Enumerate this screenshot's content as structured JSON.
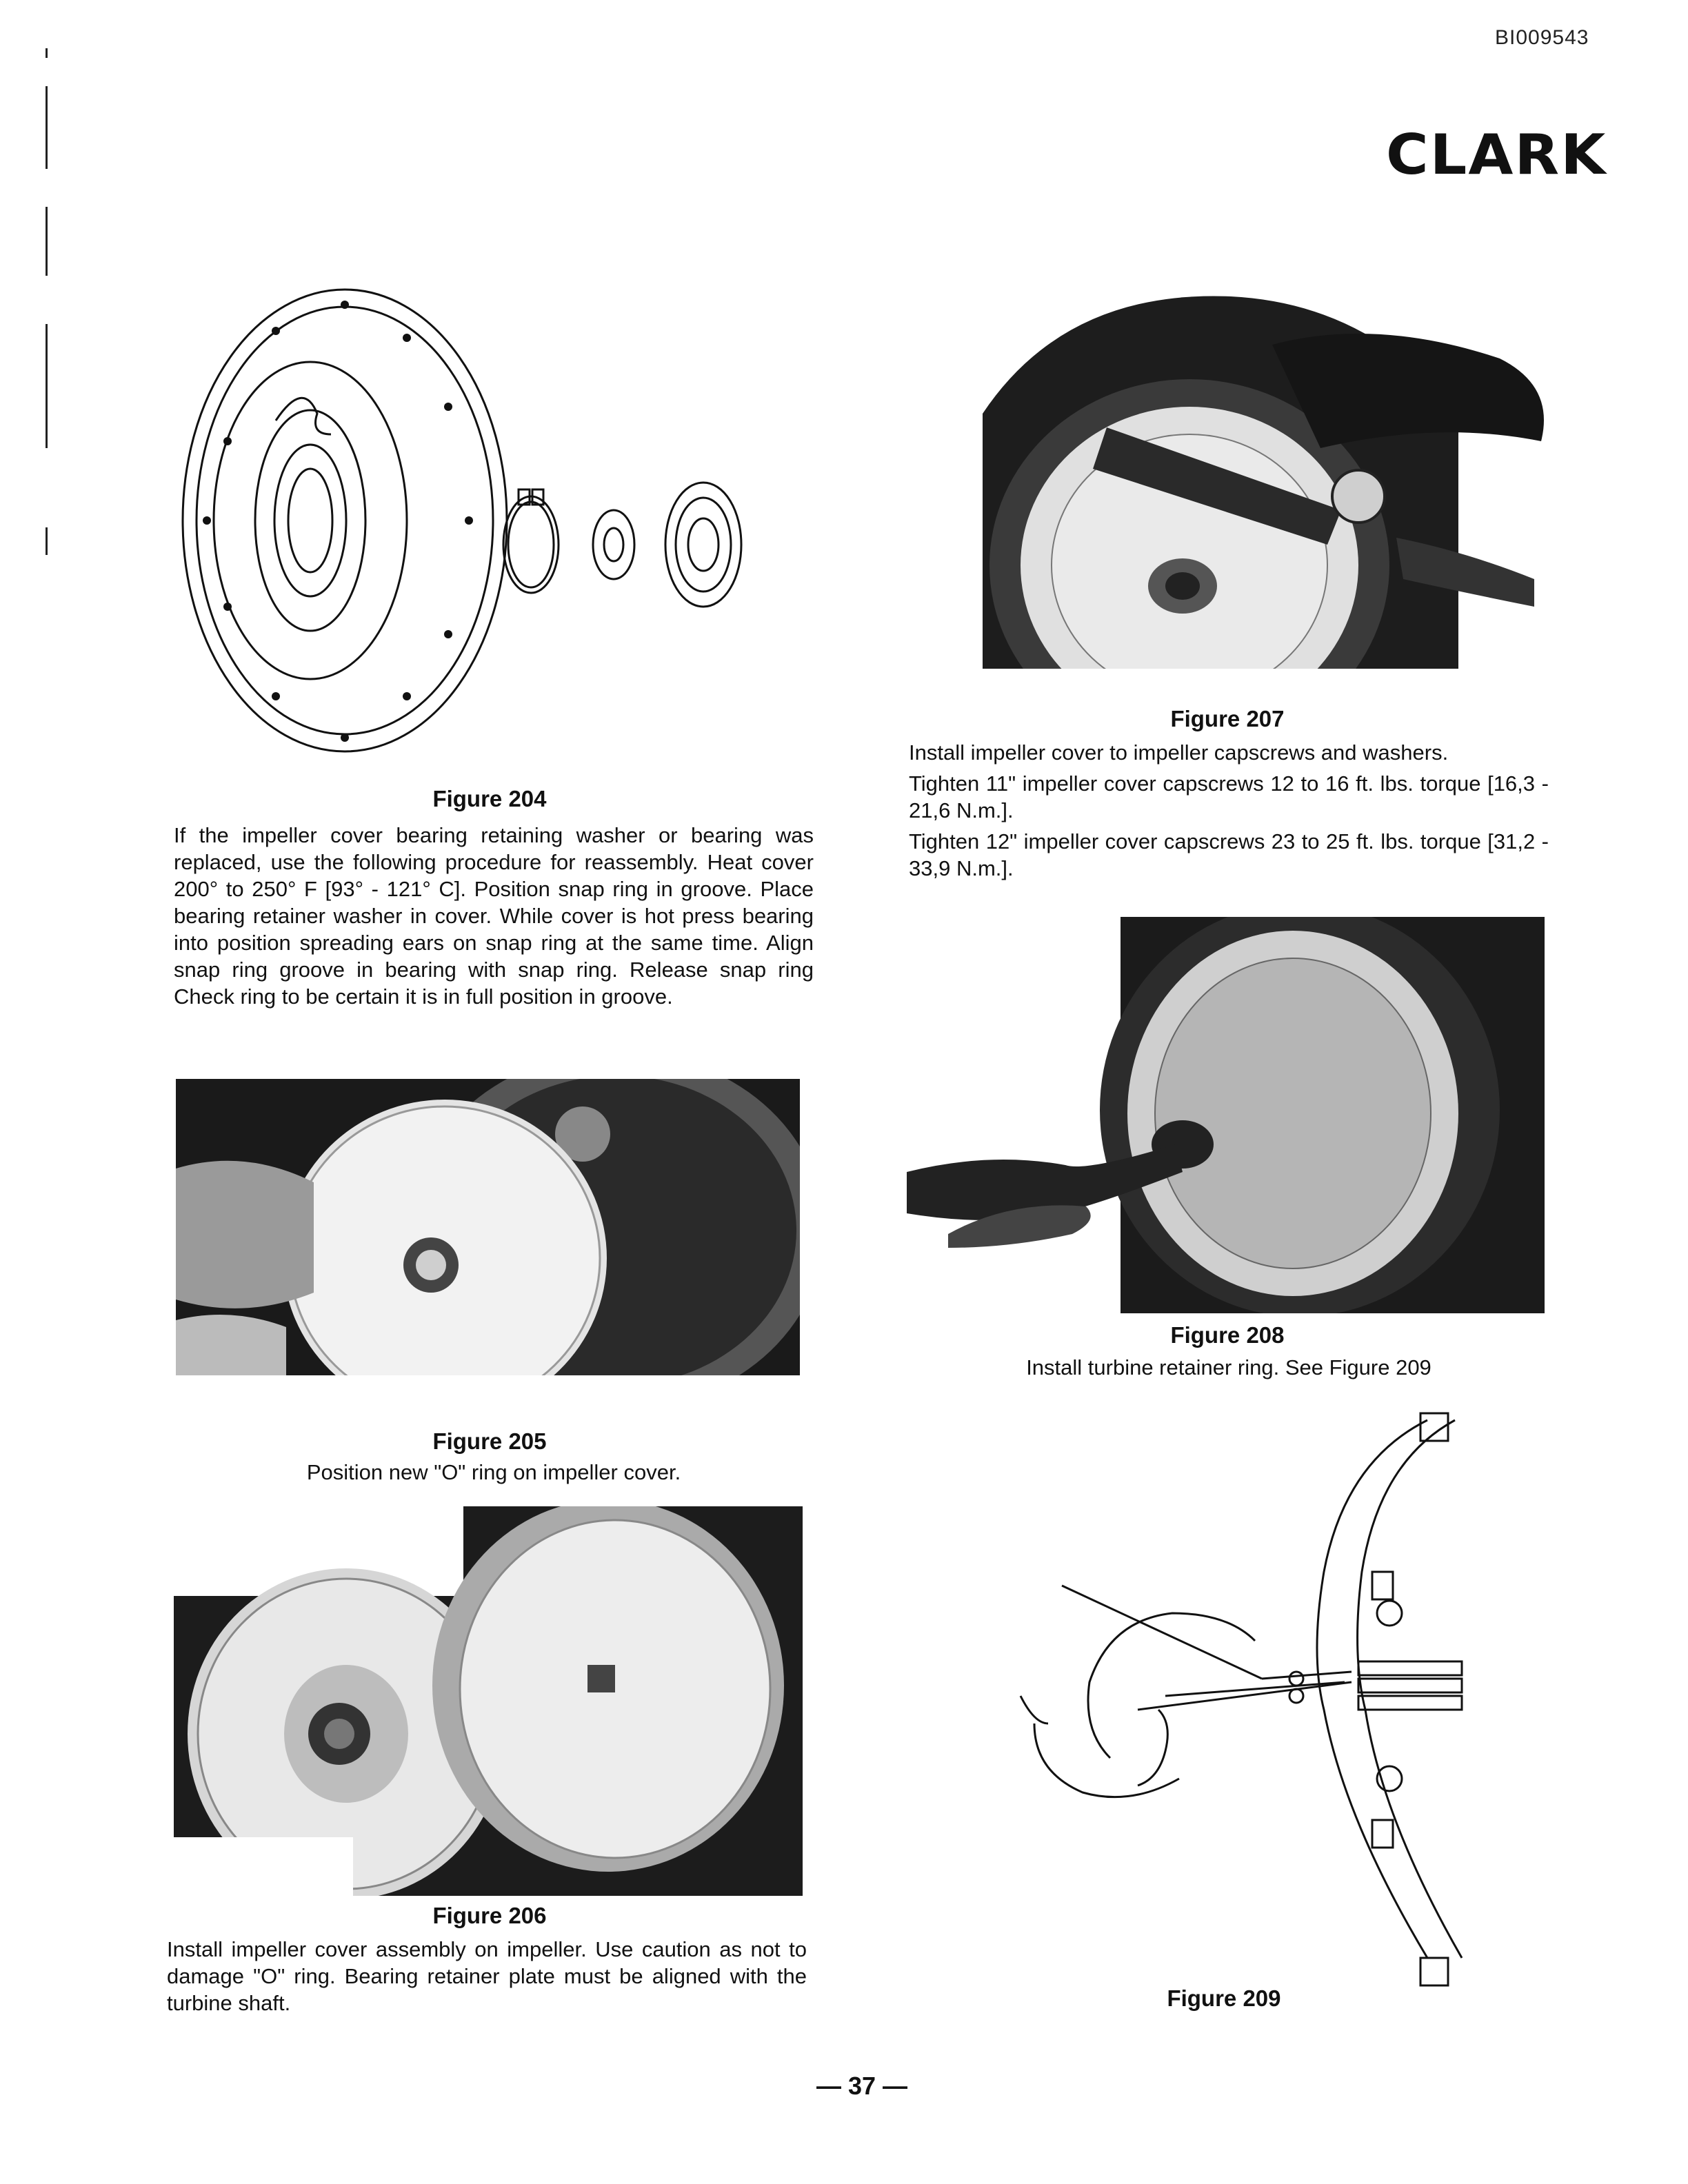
{
  "header": {
    "doc_id": "BI009543",
    "brand": "CLARK"
  },
  "figures": {
    "f204": {
      "caption": "Figure 204",
      "text": "If the impeller cover bearing retaining washer or bearing was replaced, use the following procedure for reassembly. Heat cover 200° to 250° F [93° - 121° C]. Position snap ring in groove. Place bearing retainer washer in cover. While cover is hot press bearing into position spreading ears on snap ring at the same time. Align snap ring groove in bearing with snap ring. Release snap ring Check ring to be certain it is in full position in groove."
    },
    "f205": {
      "caption": "Figure 205",
      "text": "Position new \"O\" ring on impeller cover."
    },
    "f206": {
      "caption": "Figure 206",
      "text": "Install impeller cover assembly on impeller. Use caution as not to damage \"O\" ring. Bearing retainer plate must be aligned with the turbine shaft."
    },
    "f207": {
      "caption": "Figure 207",
      "text_1": "Install impeller cover to impeller capscrews and washers.",
      "text_2": "Tighten 11\" impeller cover capscrews 12 to 16 ft. lbs. torque [16,3 - 21,6 N.m.].",
      "text_3": "Tighten 12\" impeller cover capscrews 23 to 25 ft. lbs. torque [31,2 - 33,9 N.m.]."
    },
    "f208": {
      "caption": "Figure 208",
      "text": "Install turbine retainer ring. See Figure 209"
    },
    "f209": {
      "caption": "Figure 209"
    }
  },
  "footer": {
    "page_number": "— 37 —"
  },
  "icons": {
    "brand_logo": "clark-logo"
  }
}
